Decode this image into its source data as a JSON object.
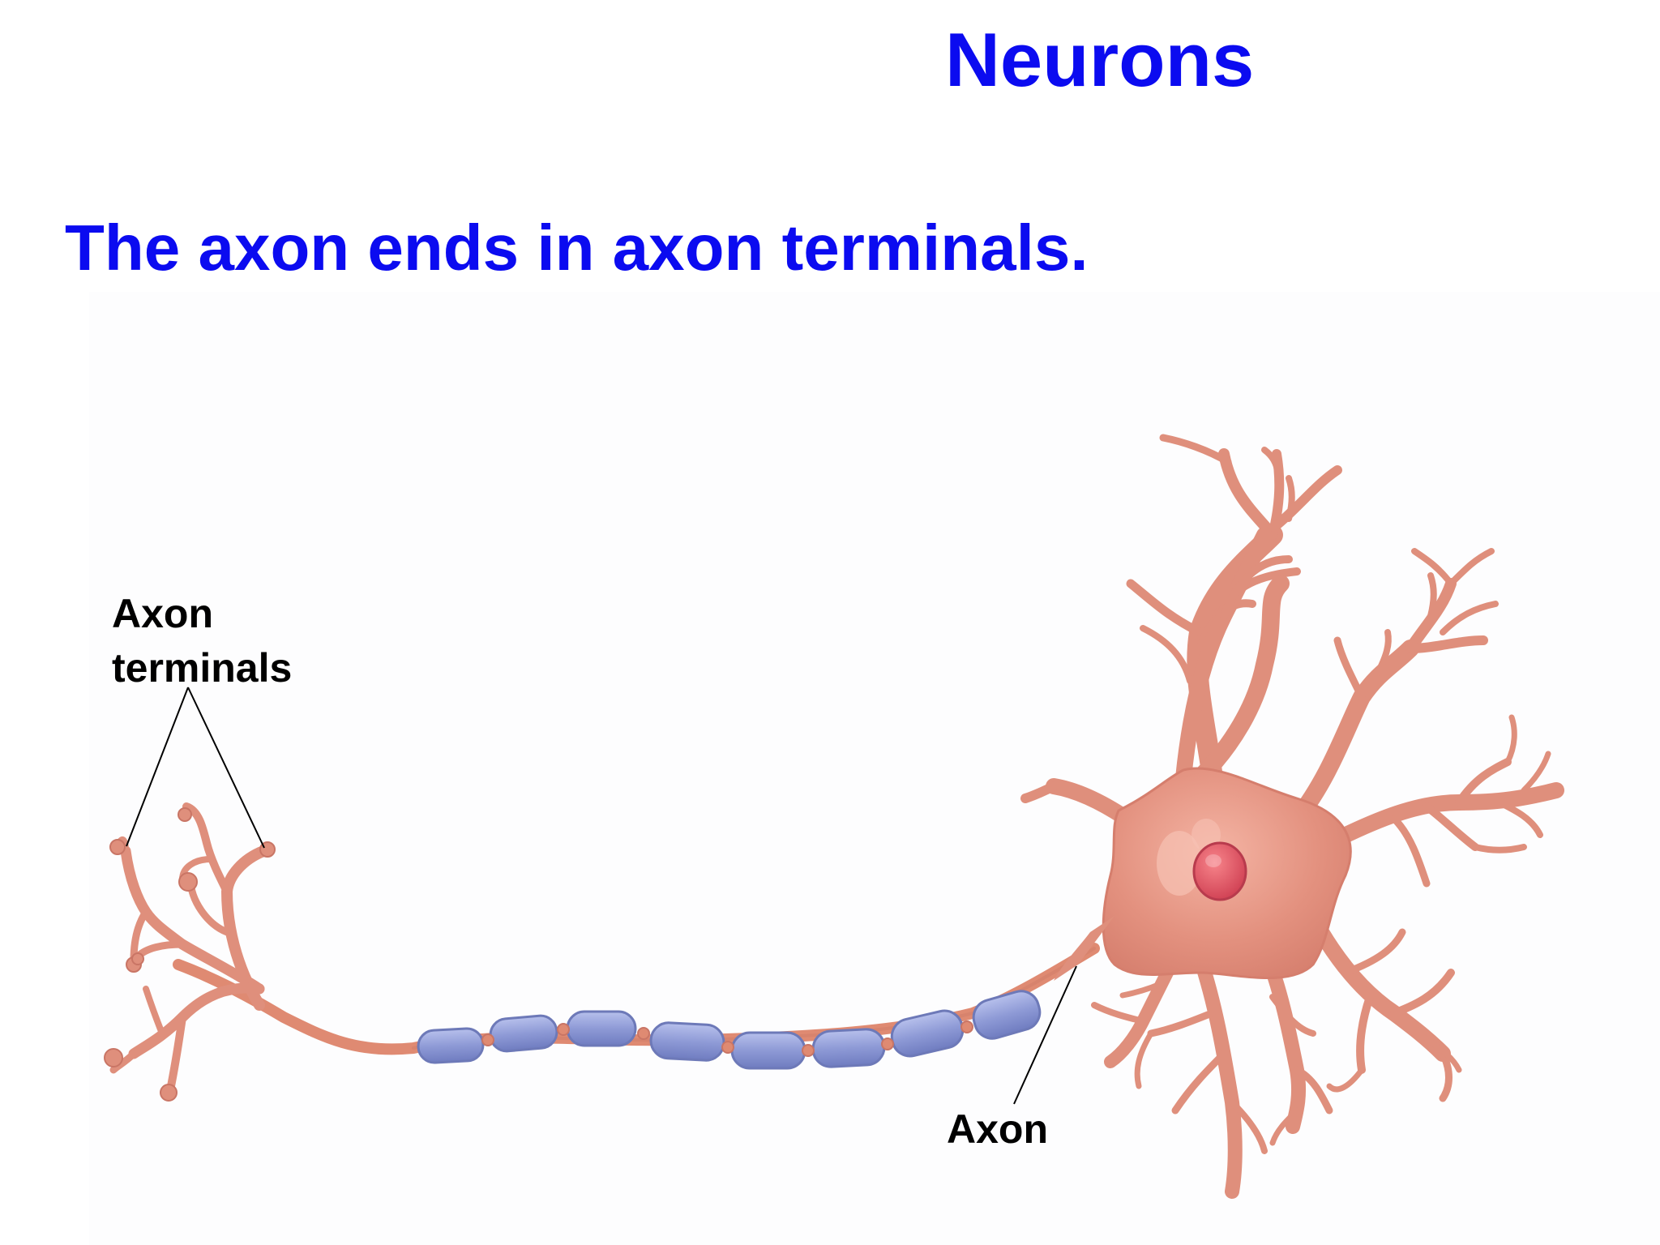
{
  "slide": {
    "title": "Neurons",
    "subtitle": "The axon ends in axon terminals."
  },
  "diagram": {
    "labels": {
      "axon_terminals_line1": "Axon",
      "axon_terminals_line2": "terminals",
      "axon": "Axon"
    },
    "colors": {
      "title_text": "#0b0bf0",
      "neuron_body": "#e0907e",
      "neuron_outline": "#c97565",
      "nucleus": "#e05a64",
      "myelin_sheath": "#8f9bd6",
      "node_of_ranvier": "#df8a72",
      "label_text": "#000000",
      "leader_line": "#000000"
    }
  }
}
